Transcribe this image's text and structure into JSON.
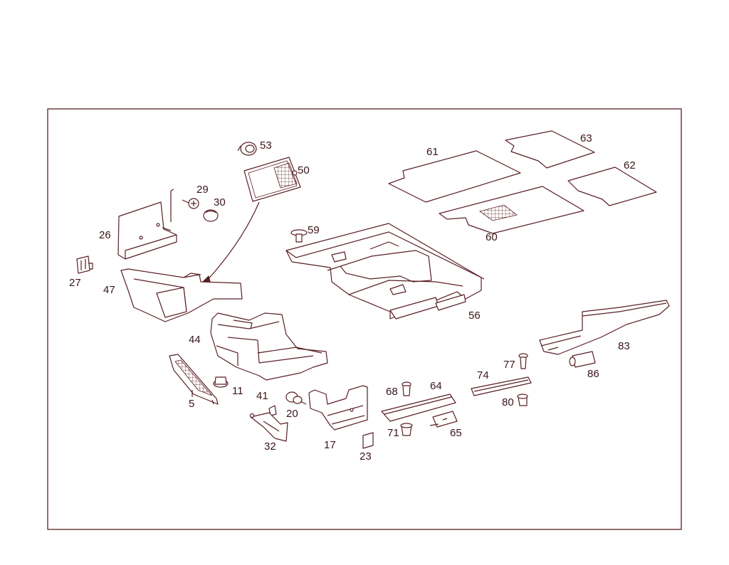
{
  "diagram": {
    "accent_color": "#5a1f24",
    "callouts": {
      "p5": "5",
      "p11": "11",
      "p17": "17",
      "p20": "20",
      "p23": "23",
      "p26": "26",
      "p27": "27",
      "p29": "29",
      "p30": "30",
      "p32": "32",
      "p41": "41",
      "p44": "44",
      "p47": "47",
      "p50": "50",
      "p53": "53",
      "p56": "56",
      "p59": "59",
      "p60": "60",
      "p61": "61",
      "p62": "62",
      "p63": "63",
      "p64": "64",
      "p65": "65",
      "p68": "68",
      "p71": "71",
      "p74": "74",
      "p77": "77",
      "p80": "80",
      "p83": "83",
      "p86": "86"
    }
  }
}
